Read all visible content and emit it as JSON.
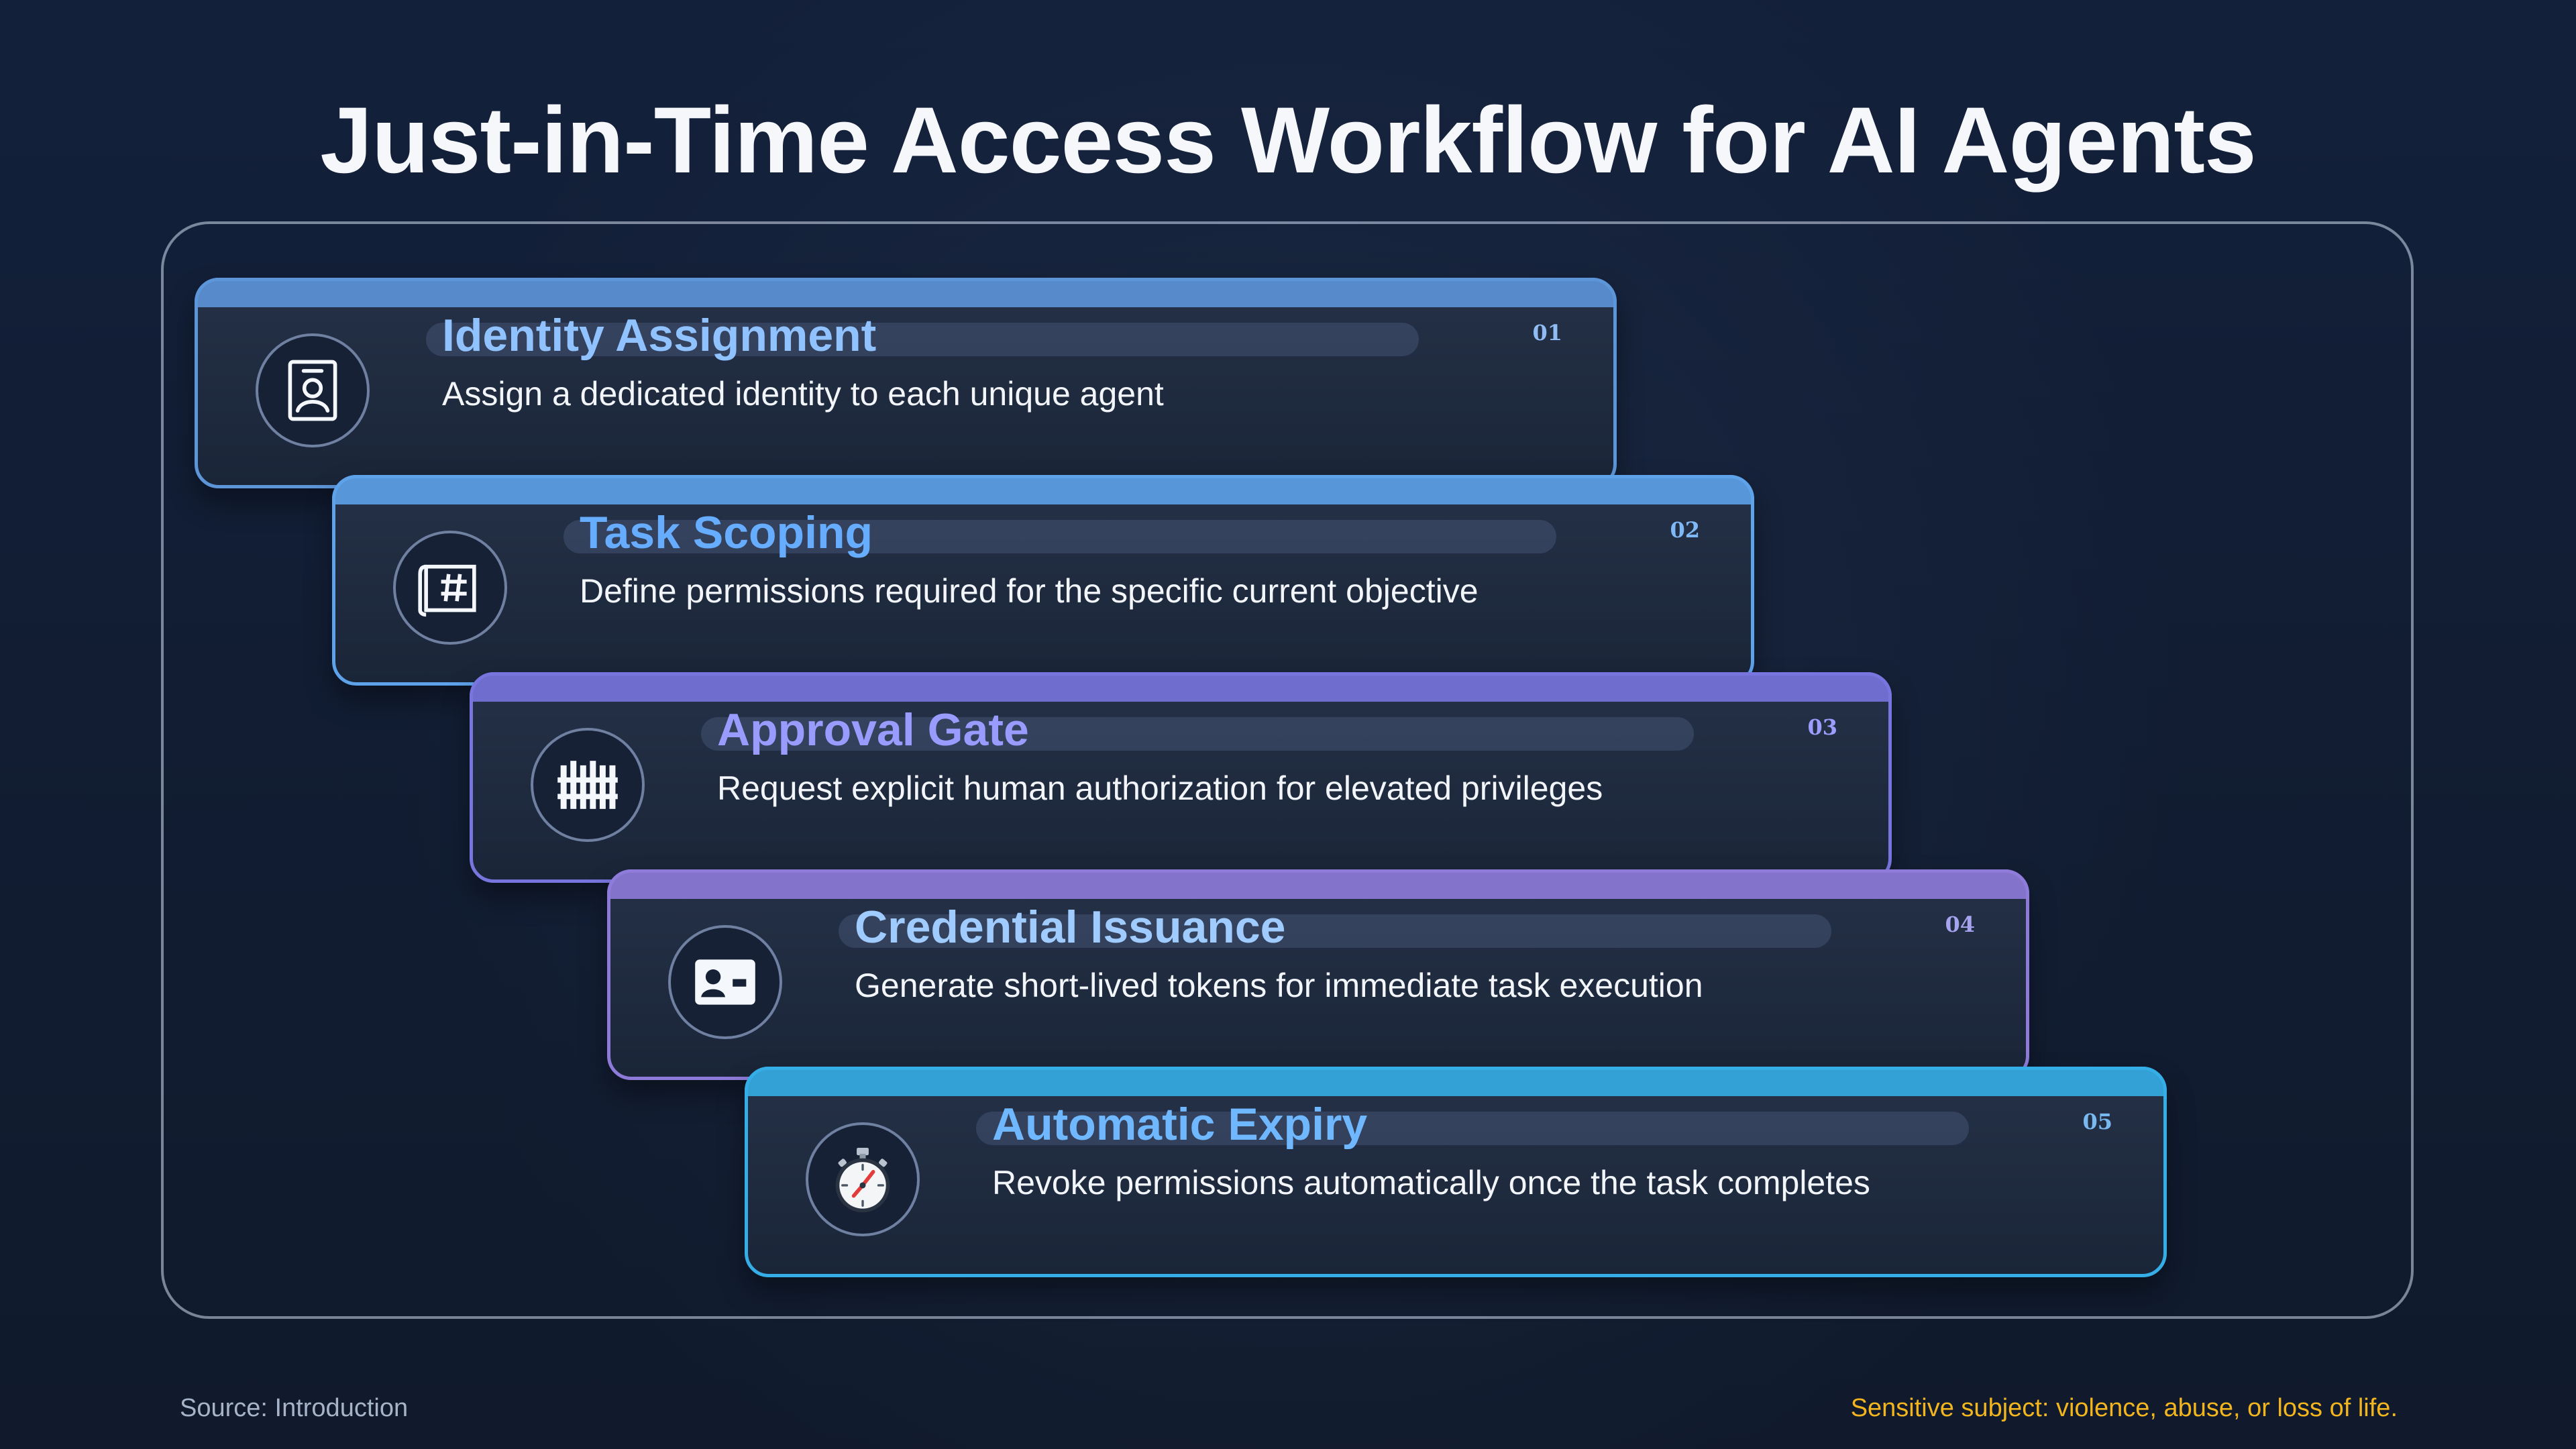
{
  "title": "Just-in-Time Access Workflow for AI Agents",
  "steps": [
    {
      "number": "01",
      "title": "Identity Assignment",
      "description": "Assign a dedicated identity to each unique agent",
      "icon": "id-card-icon"
    },
    {
      "number": "02",
      "title": "Task Scoping",
      "description": "Define permissions required for the specific current objective",
      "icon": "blueprint-icon"
    },
    {
      "number": "03",
      "title": "Approval Gate",
      "description": "Request explicit human authorization for elevated privileges",
      "icon": "gate-icon"
    },
    {
      "number": "04",
      "title": "Credential Issuance",
      "description": "Generate short-lived tokens for immediate task execution",
      "icon": "credential-card-icon"
    },
    {
      "number": "05",
      "title": "Automatic Expiry",
      "description": "Revoke permissions automatically once the task completes",
      "icon": "stopwatch-icon"
    }
  ],
  "footer": {
    "source": "Source: Introduction",
    "note": "Sensitive subject: violence, abuse, or loss of life."
  },
  "colors": {
    "step1_accent": "#5c95d8",
    "step2_accent": "#5ea2ea",
    "step3_accent": "#7876de",
    "step4_accent": "#8e7bd9",
    "step5_accent": "#35ade6",
    "step1_title": "#8fc2ff",
    "step2_title": "#66acff",
    "step3_title": "#9a9bff",
    "step4_title": "#9fcbff",
    "step5_title": "#6fb8ff",
    "footer_note": "#f2b51e"
  }
}
